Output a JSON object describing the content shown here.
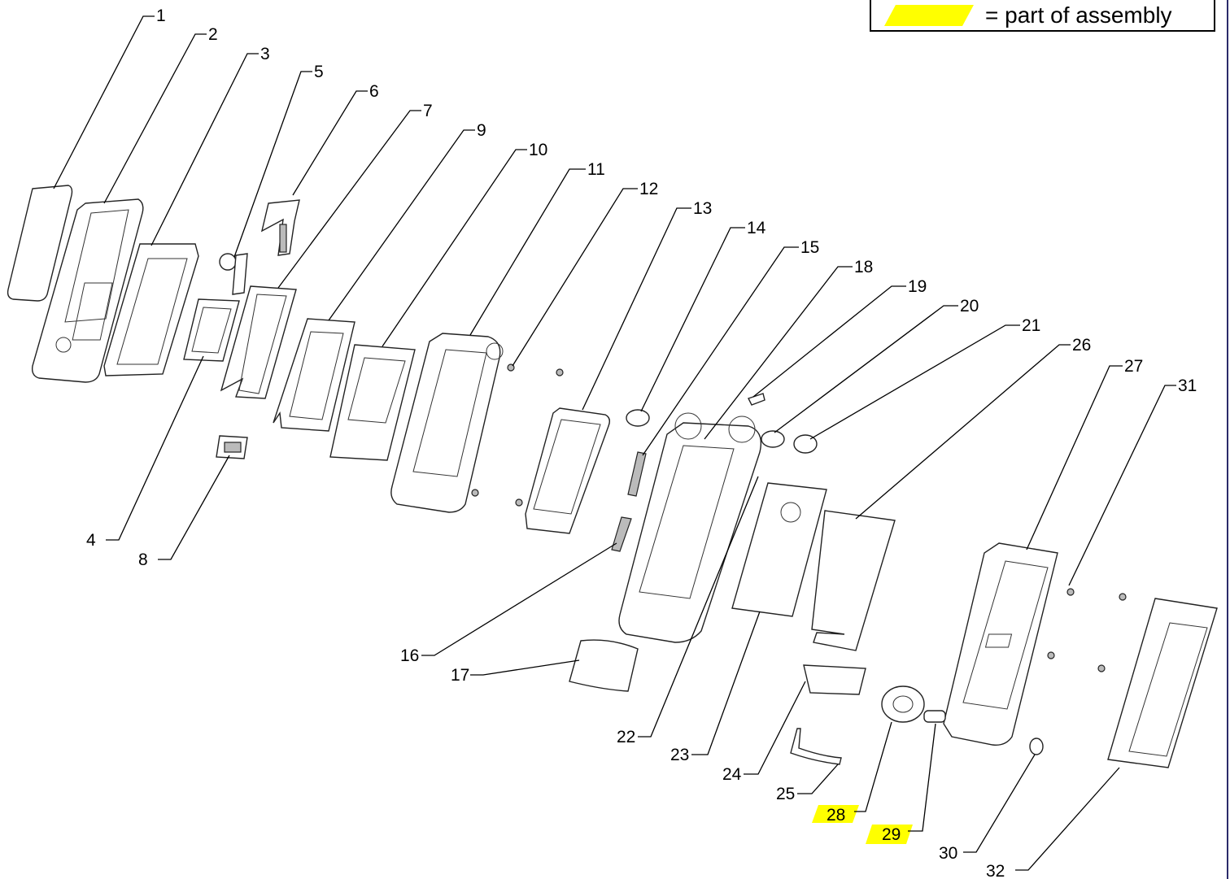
{
  "legend": {
    "text": "= part of assembly",
    "highlight_color": "#ffff00"
  },
  "callouts": [
    {
      "id": "1",
      "label": "1"
    },
    {
      "id": "2",
      "label": "2"
    },
    {
      "id": "3",
      "label": "3"
    },
    {
      "id": "4",
      "label": "4"
    },
    {
      "id": "5",
      "label": "5"
    },
    {
      "id": "6",
      "label": "6"
    },
    {
      "id": "7",
      "label": "7"
    },
    {
      "id": "8",
      "label": "8"
    },
    {
      "id": "9",
      "label": "9"
    },
    {
      "id": "10",
      "label": "10"
    },
    {
      "id": "11",
      "label": "11"
    },
    {
      "id": "12",
      "label": "12"
    },
    {
      "id": "13",
      "label": "13"
    },
    {
      "id": "14",
      "label": "14"
    },
    {
      "id": "15",
      "label": "15"
    },
    {
      "id": "16",
      "label": "16"
    },
    {
      "id": "17",
      "label": "17"
    },
    {
      "id": "18",
      "label": "18"
    },
    {
      "id": "19",
      "label": "19"
    },
    {
      "id": "20",
      "label": "20"
    },
    {
      "id": "21",
      "label": "21"
    },
    {
      "id": "22",
      "label": "22"
    },
    {
      "id": "23",
      "label": "23"
    },
    {
      "id": "24",
      "label": "24"
    },
    {
      "id": "25",
      "label": "25"
    },
    {
      "id": "26",
      "label": "26"
    },
    {
      "id": "27",
      "label": "27"
    },
    {
      "id": "28",
      "label": "28",
      "assembly": true
    },
    {
      "id": "29",
      "label": "29",
      "assembly": true
    },
    {
      "id": "30",
      "label": "30"
    },
    {
      "id": "31",
      "label": "31"
    },
    {
      "id": "32",
      "label": "32"
    }
  ]
}
